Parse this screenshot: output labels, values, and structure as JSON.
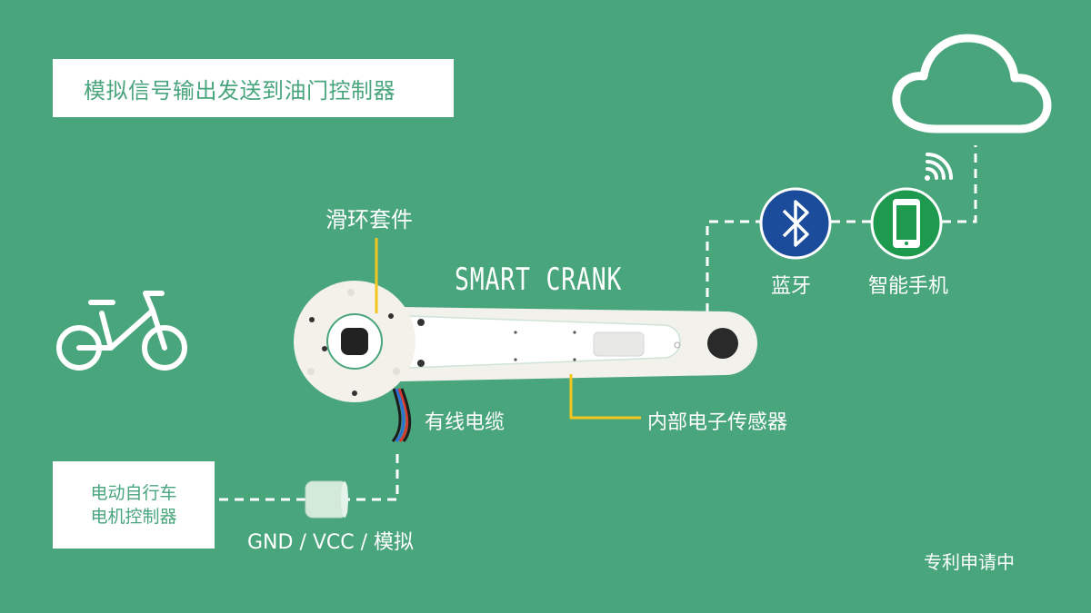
{
  "banner": {
    "text": "模拟信号输出发送到油门控制器"
  },
  "controller": {
    "line1": "电动自行车",
    "line2": "电机控制器"
  },
  "labels": {
    "smart_crank": "SMART CRANK",
    "slip_ring": "滑环套件",
    "cable": "有线电缆",
    "sensor": "内部电子传感器",
    "bluetooth": "蓝牙",
    "phone": "智能手机",
    "wire": "GND / VCC / 模拟",
    "patent": "专利申请中"
  },
  "colors": {
    "background": "#48a57c",
    "accent_yellow": "#f2c61f",
    "bluetooth_blue": "#1b4b9b",
    "phone_green": "#1e9a4f",
    "crank_body": "#f2f1ec"
  },
  "icons": [
    "bicycle-icon",
    "cloud-icon",
    "wifi-signal-icon",
    "bluetooth-icon",
    "smartphone-icon",
    "connector-icon"
  ]
}
